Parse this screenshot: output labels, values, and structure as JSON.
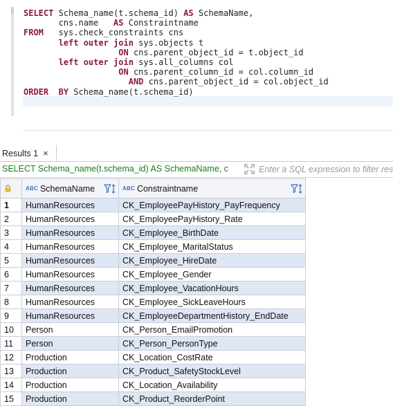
{
  "editor": {
    "lines": [
      [
        {
          "t": "SELECT",
          "k": 1
        },
        {
          "t": " Schema_name(t.schema_id) "
        },
        {
          "t": "AS",
          "k": 1
        },
        {
          "t": " SchemaName,"
        }
      ],
      [
        {
          "t": "       cns.name   "
        },
        {
          "t": "AS",
          "k": 1
        },
        {
          "t": " Constraintname"
        }
      ],
      [
        {
          "t": "FROM",
          "k": 1
        },
        {
          "t": "   sys.check_constraints cns"
        }
      ],
      [
        {
          "t": "       "
        },
        {
          "t": "left outer join",
          "k": 1
        },
        {
          "t": " sys.objects t"
        }
      ],
      [
        {
          "t": "                   "
        },
        {
          "t": "ON",
          "k": 1
        },
        {
          "t": " cns.parent_object_id = t.object_id"
        }
      ],
      [
        {
          "t": "       "
        },
        {
          "t": "left outer join",
          "k": 1
        },
        {
          "t": " sys.all_columns col"
        }
      ],
      [
        {
          "t": "                   "
        },
        {
          "t": "ON",
          "k": 1
        },
        {
          "t": " cns.parent_column_id = col.column_id"
        }
      ],
      [
        {
          "t": "                     "
        },
        {
          "t": "AND",
          "k": 1
        },
        {
          "t": " cns.parent_object_id = col.object_id"
        }
      ],
      [
        {
          "t": "ORDER  BY",
          "k": 1
        },
        {
          "t": " Schema_name(t.schema_id)"
        }
      ]
    ]
  },
  "results_tab": {
    "label": "Results 1",
    "close": "×"
  },
  "filter": {
    "query_text": "SELECT Schema_name(t.schema_id) AS SchemaName, c",
    "placeholder": "Enter a SQL expression to filter results"
  },
  "grid": {
    "columns": [
      {
        "abc": "ABC",
        "label": "SchemaName"
      },
      {
        "abc": "ABC",
        "label": "Constraintname"
      }
    ],
    "rows": [
      [
        "1",
        "HumanResources",
        "CK_EmployeePayHistory_PayFrequency"
      ],
      [
        "2",
        "HumanResources",
        "CK_EmployeePayHistory_Rate"
      ],
      [
        "3",
        "HumanResources",
        "CK_Employee_BirthDate"
      ],
      [
        "4",
        "HumanResources",
        "CK_Employee_MaritalStatus"
      ],
      [
        "5",
        "HumanResources",
        "CK_Employee_HireDate"
      ],
      [
        "6",
        "HumanResources",
        "CK_Employee_Gender"
      ],
      [
        "7",
        "HumanResources",
        "CK_Employee_VacationHours"
      ],
      [
        "8",
        "HumanResources",
        "CK_Employee_SickLeaveHours"
      ],
      [
        "9",
        "HumanResources",
        "CK_EmployeeDepartmentHistory_EndDate"
      ],
      [
        "10",
        "Person",
        "CK_Person_EmailPromotion"
      ],
      [
        "11",
        "Person",
        "CK_Person_PersonType"
      ],
      [
        "12",
        "Production",
        "CK_Location_CostRate"
      ],
      [
        "13",
        "Production",
        "CK_Product_SafetyStockLevel"
      ],
      [
        "14",
        "Production",
        "CK_Location_Availability"
      ],
      [
        "15",
        "Production",
        "CK_Product_ReorderPoint"
      ]
    ]
  },
  "colors": {
    "keyword": "#8b1a3c",
    "query": "#1a7a1a",
    "row_alt": "#dfe7f4"
  }
}
